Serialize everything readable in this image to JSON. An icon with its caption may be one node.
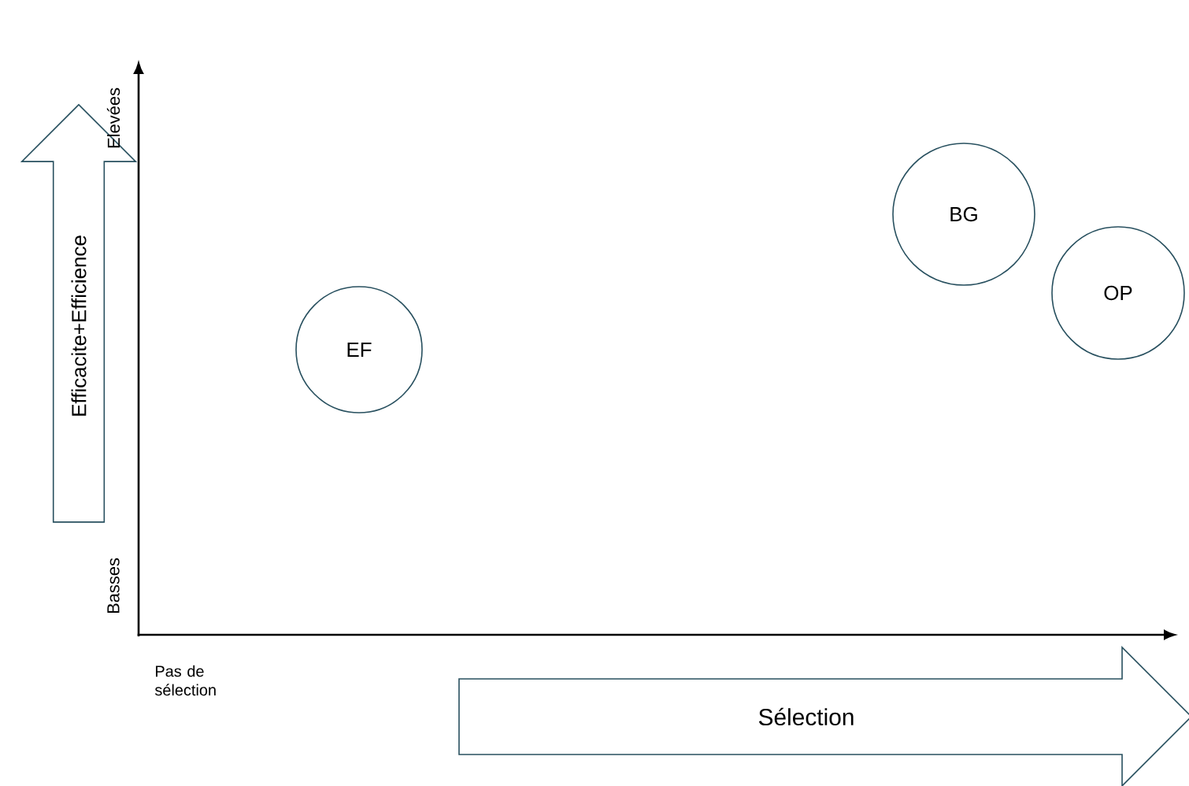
{
  "diagram": {
    "nodes": [
      {
        "text": [
          "Efficacite+Efficience"
        ]
      },
      {
        "text": [
          "EF"
        ]
      },
      {
        "text": [
          "BG"
        ]
      },
      {
        "text": [
          "OP"
        ]
      },
      {
        "text": [
          "Sélection"
        ]
      }
    ],
    "labels": [
      "Elevées",
      "Basses",
      "Pas de sélection"
    ]
  }
}
